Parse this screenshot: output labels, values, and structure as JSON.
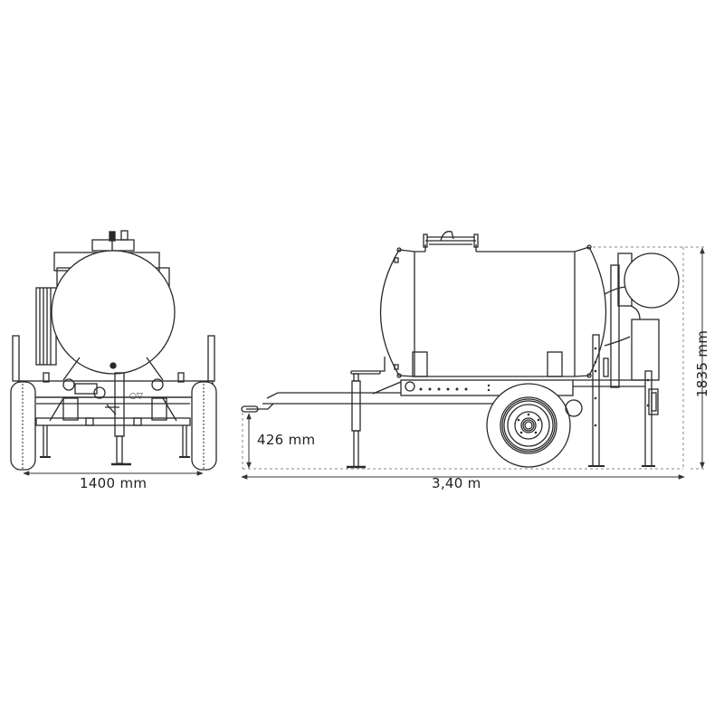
{
  "diagram": {
    "subject": "Tank trailer technical drawing",
    "views": [
      "front view",
      "side view"
    ],
    "line_color": "#2a2a2a",
    "dimension_color": "#555555",
    "dimensions": {
      "track_width": "1400 mm",
      "overall_length": "3,40 m",
      "hitch_height": "426 mm",
      "overall_height": "1835 mm"
    }
  }
}
